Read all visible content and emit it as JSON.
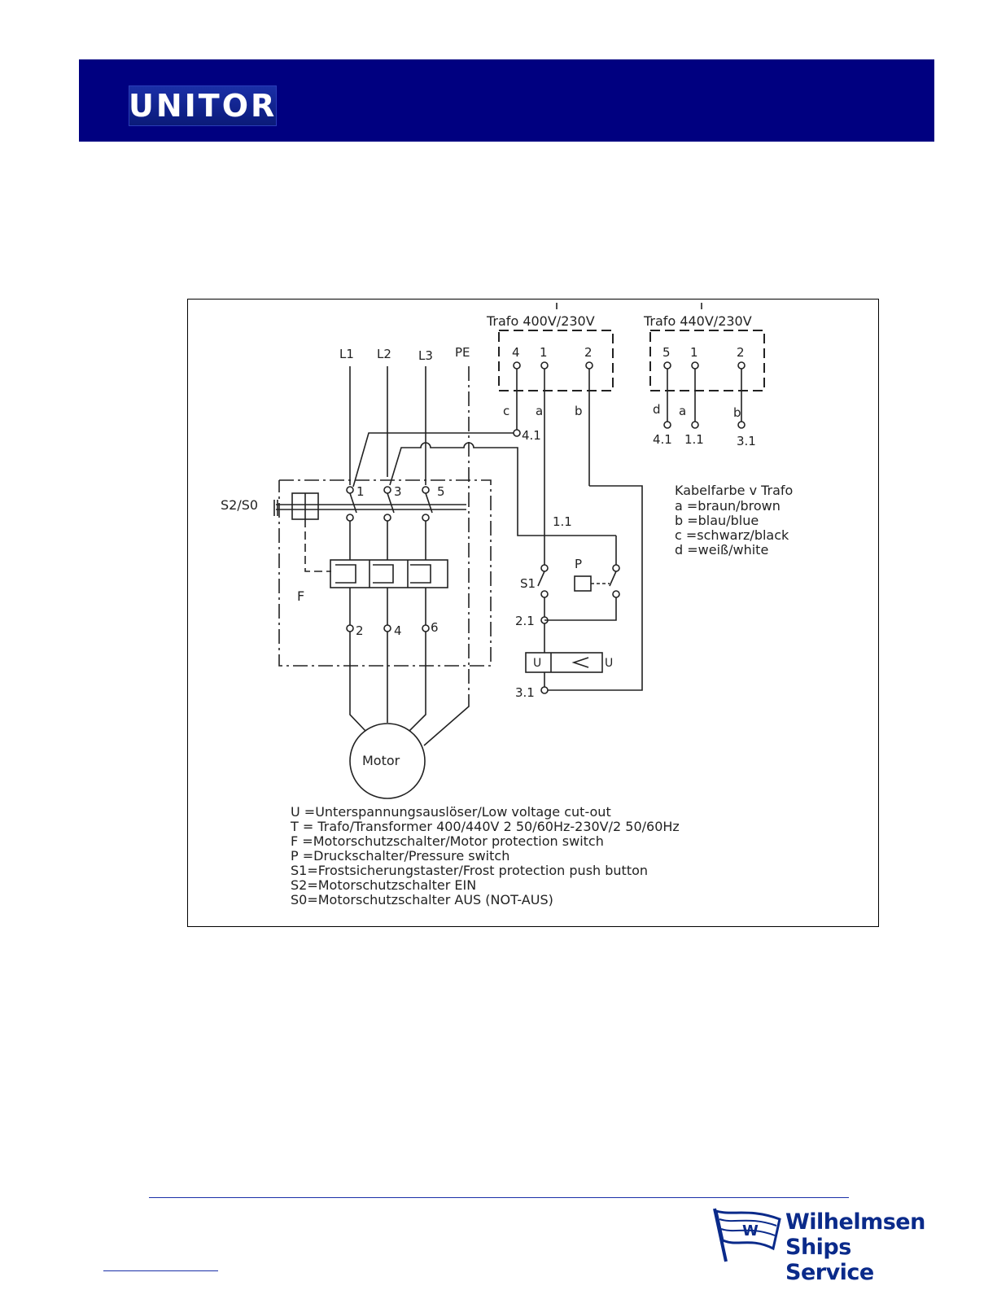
{
  "header": {
    "logo_text": "UNITOR"
  },
  "diagram": {
    "trafo_400": "Trafo 400V/230V",
    "trafo_440": "Trafo 440V/230V",
    "trafo_400_terminals": [
      "4",
      "1",
      "2"
    ],
    "trafo_440_terminals": [
      "5",
      "1",
      "2"
    ],
    "trafo_400_wires": [
      "c",
      "a",
      "b"
    ],
    "trafo_440_wires": [
      "d",
      "a",
      "b"
    ],
    "trafo_440_outputs": [
      "4.1",
      "1.1",
      "3.1"
    ],
    "lines": [
      "L1",
      "L2",
      "L3",
      "PE"
    ],
    "node_41": "4.1",
    "node_11": "1.1",
    "node_21": "2.1",
    "node_31": "3.1",
    "top_contacts": [
      "1",
      "3",
      "5"
    ],
    "bottom_contacts": [
      "2",
      "4",
      "6"
    ],
    "label_s2s0": "S2/S0",
    "label_f": "F",
    "label_p": "P",
    "label_s1": "S1",
    "label_u": "U",
    "label_u_side": "U",
    "motor": "Motor",
    "cable_legend": {
      "title": "Kabelfarbe v Trafo",
      "items": [
        "a =braun/brown",
        "b =blau/blue",
        "c =schwarz/black",
        "d =weiß/white"
      ]
    },
    "legend": [
      "U =Unterspannungsauslöser/Low voltage cut-out",
      "T = Trafo/Transformer 400/440V 2 50/60Hz-230V/2 50/60Hz",
      "F =Motorschutzschalter/Motor protection switch",
      "P =Druckschalter/Pressure switch",
      "S1=Frostsicherungstaster/Frost protection push button",
      "S2=Motorschutzschalter EIN",
      "S0=Motorschutzschalter AUS (NOT-AUS)"
    ]
  },
  "footer": {
    "brand_line1": "Wilhelmsen",
    "brand_line2": "Ships Service",
    "flag_letter": "W"
  }
}
